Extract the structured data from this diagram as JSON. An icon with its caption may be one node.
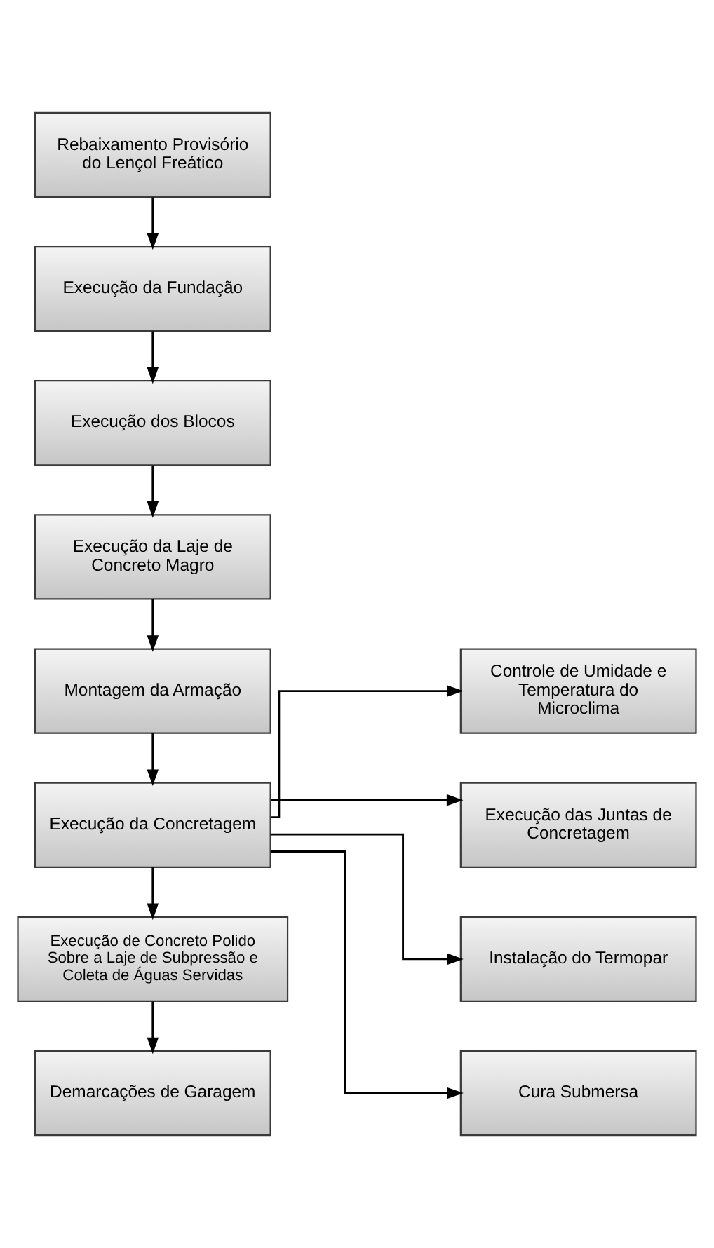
{
  "diagram": {
    "nodes": [
      {
        "text": [
          "Rebaixamento Provisório do Lençol Freático"
        ]
      },
      {
        "text": [
          "Execução da Fundação"
        ]
      },
      {
        "text": [
          "Execução dos Blocos"
        ]
      },
      {
        "text": [
          "Execução da Laje de Concreto Magro"
        ]
      },
      {
        "text": [
          "Montagem da Armação"
        ]
      },
      {
        "text": [
          "Execução da Concretagem"
        ]
      },
      {
        "text": [
          "Controle de Umidade e Temperatura do Microclima"
        ]
      },
      {
        "text": [
          "Execução das Juntas de Concretagem"
        ]
      },
      {
        "text": [
          "Instalação do Termopar"
        ]
      },
      {
        "text": [
          "Cura Submersa"
        ]
      },
      {
        "text": [
          "Execução de Concreto Polido Sobre a Laje de Subpressão e Coleta de Águas Servidas"
        ]
      },
      {
        "text": [
          "Demarcações de Garagem"
        ]
      }
    ],
    "edges": [
      {
        "from": 0,
        "to": 1,
        "arrow": "to"
      },
      {
        "from": 1,
        "to": 2,
        "arrow": "to"
      },
      {
        "from": 2,
        "to": 3,
        "arrow": "to"
      },
      {
        "from": 3,
        "to": 4,
        "arrow": "to"
      },
      {
        "from": 4,
        "to": 5,
        "arrow": "to"
      },
      {
        "from": 5,
        "to": 6,
        "arrow": "to"
      },
      {
        "from": 5,
        "to": 7,
        "arrow": "to"
      },
      {
        "from": 5,
        "to": 8,
        "arrow": "to"
      },
      {
        "from": 5,
        "to": 9,
        "arrow": "to"
      },
      {
        "from": 5,
        "to": 10,
        "arrow": "to"
      },
      {
        "from": 10,
        "to": 11,
        "arrow": "to"
      }
    ]
  }
}
